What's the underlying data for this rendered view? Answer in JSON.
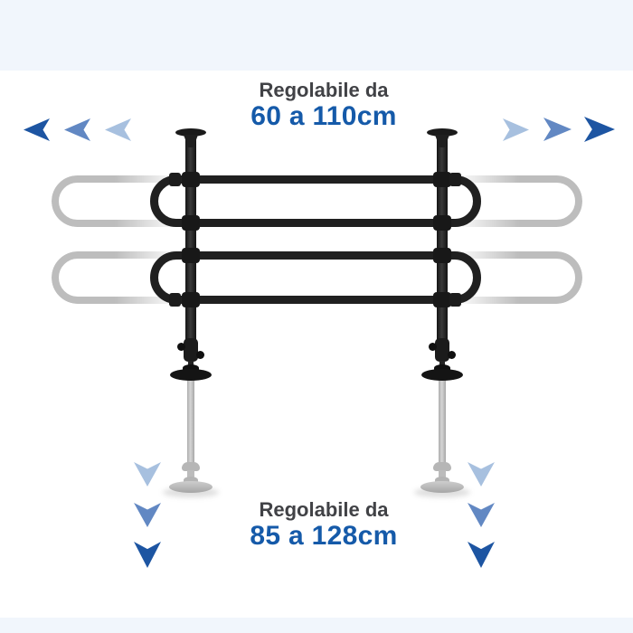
{
  "subject": "Adjustable tubular car pet barrier (telescopic dog guard) with extension arrows",
  "annotations": {
    "width_adjust": {
      "label": "Regolabile da",
      "value": "60 a 110cm"
    },
    "height_adjust": {
      "label": "Regolabile da",
      "value": "85 a 128cm"
    }
  },
  "icons": {
    "arrow_left": "left-pointing chevron arrow",
    "arrow_right": "right-pointing chevron arrow",
    "arrow_down": "down-pointing chevron arrow"
  },
  "colors": {
    "background": "#ffffff",
    "band": "#f1f6fc",
    "label_text": "#414246",
    "value_text": "#155aa9",
    "arrow_dark": "#1d55a2",
    "arrow_medium": "#6288c3",
    "arrow_light": "#a7c0df",
    "tube_black": "#202020",
    "tube_gray": "#bdbdbd",
    "extension_gray": "#b6b6b6"
  }
}
